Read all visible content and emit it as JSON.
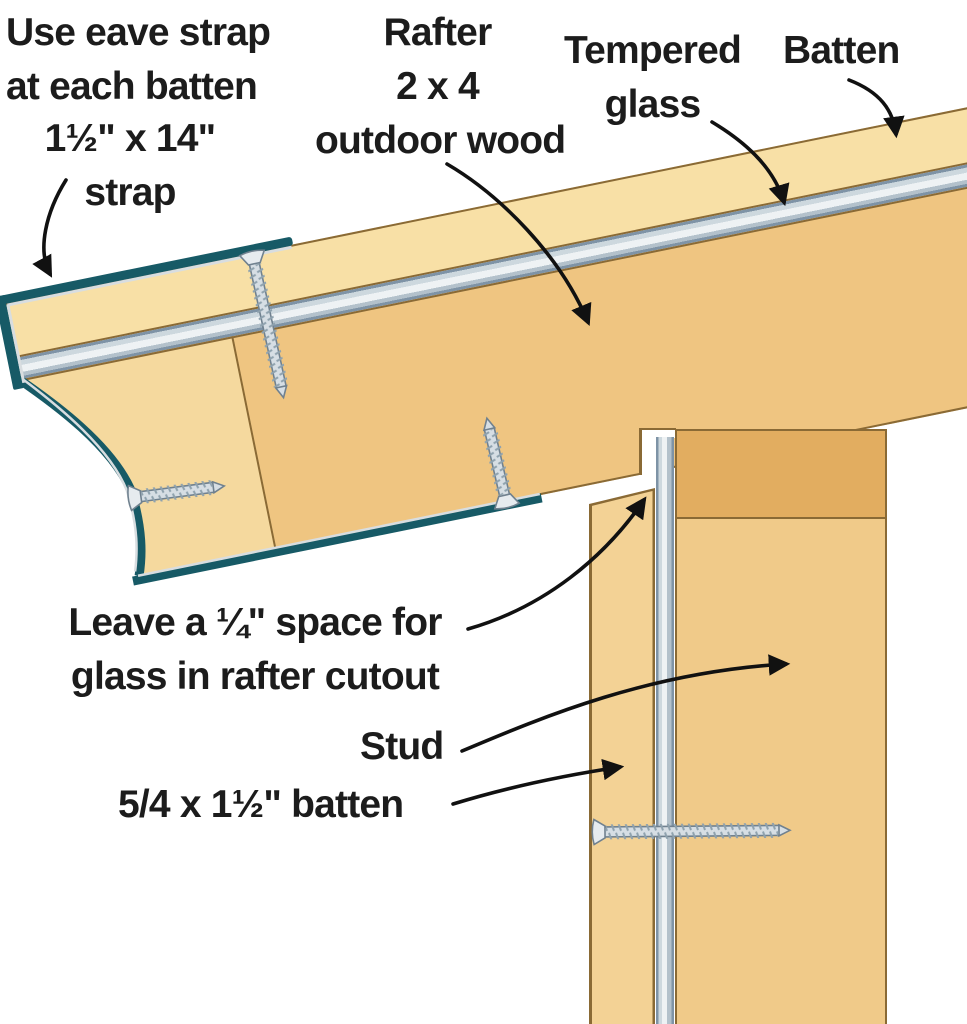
{
  "labels": {
    "eave_strap": {
      "line1": "Use eave strap",
      "line2": "at each batten"
    },
    "strap_size": {
      "line1": "1½\" x 14\"",
      "line2": "strap"
    },
    "rafter": {
      "line1": "Rafter",
      "line2": "2 x 4",
      "line3": "outdoor wood"
    },
    "tempered_glass": {
      "line1": "Tempered",
      "line2": "glass"
    },
    "batten": {
      "text": "Batten"
    },
    "glass_space": {
      "line1": "Leave a ¼\" space for",
      "line2": "glass in rafter cutout"
    },
    "stud": {
      "text": "Stud"
    },
    "wall_batten": {
      "text": "5/4 x 1½\" batten"
    }
  },
  "colors": {
    "teal": "#175A66",
    "wood_light": "#F8E0A6",
    "wood_mid": "#EFC581",
    "wood_end": "#F5D99E",
    "wood_dark": "#E2AD60",
    "wood_stud": "#F0CA89",
    "wood_wbatten": "#F3D295",
    "outline": "#8A6A35",
    "glass_edge": "#7E93A6",
    "glass_light": "#EEF2F4",
    "metal": "#D6DEE4",
    "metal_edge": "#70818F",
    "ink": "#1C1C1C",
    "arrow": "#111111"
  }
}
